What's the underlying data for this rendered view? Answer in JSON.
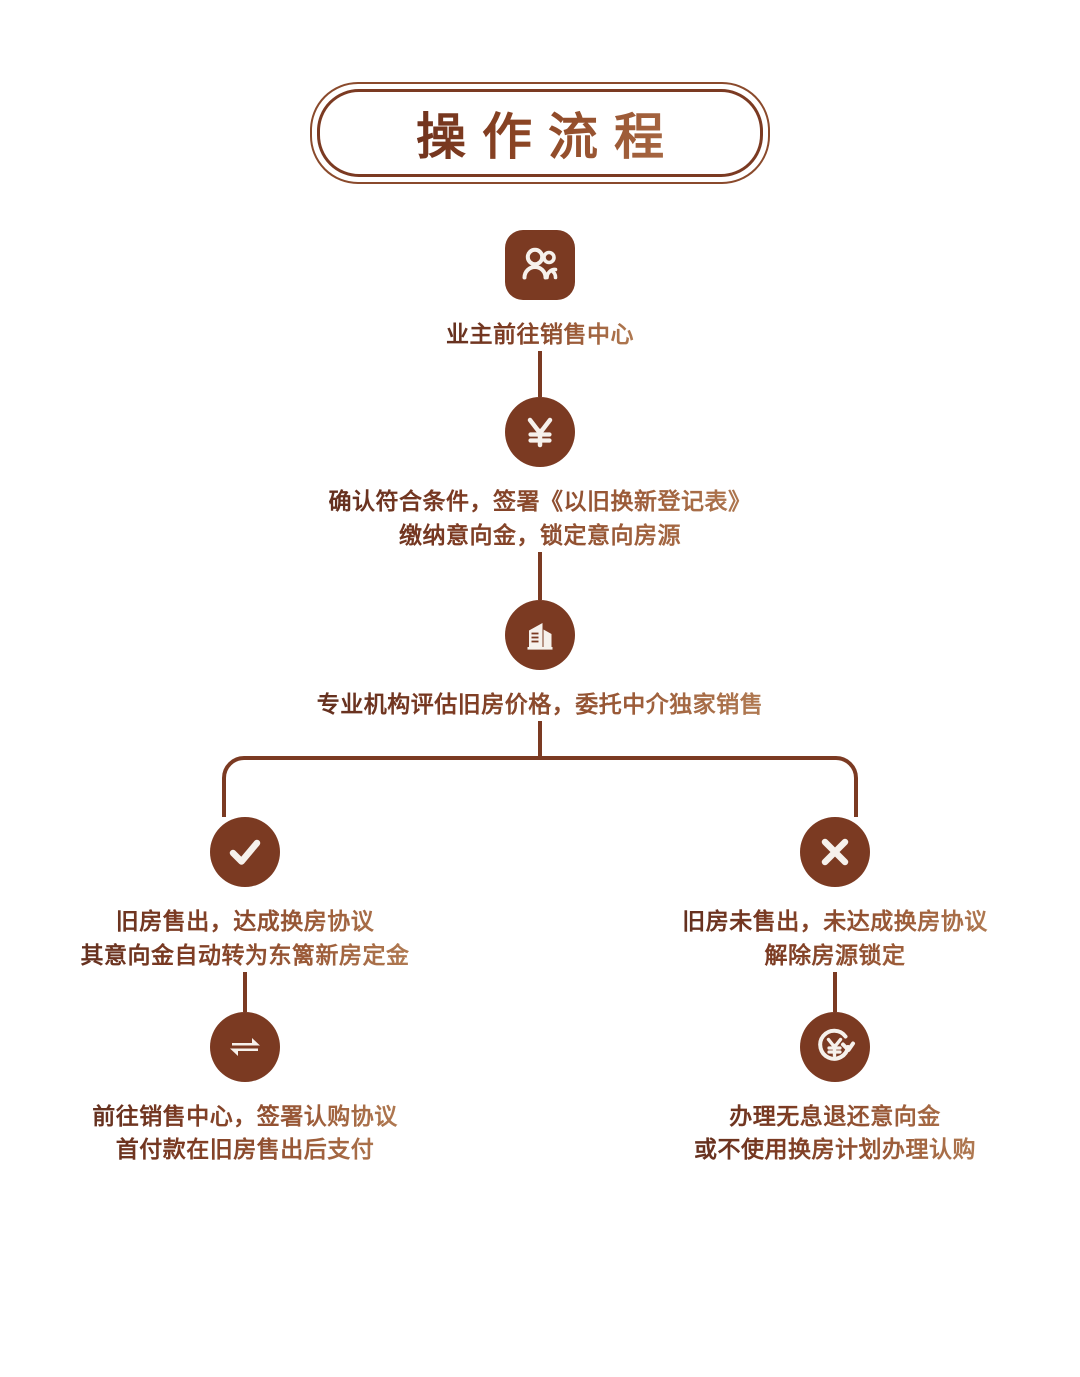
{
  "page": {
    "title": "操作流程",
    "background": "#ffffff",
    "accent_color": "#7b3a22",
    "text_gradient_from": "#63301f",
    "text_gradient_to": "#b07a52"
  },
  "flow": {
    "step1": {
      "icon": "two-people-icon",
      "label": "业主前往销售中心"
    },
    "step2": {
      "icon": "yuan-currency-icon",
      "label_line1": "确认符合条件，签署《以旧换新登记表》",
      "label_line2": "缴纳意向金，锁定意向房源"
    },
    "step3": {
      "icon": "building-icon",
      "label": "专业机构评估旧房价格，委托中介独家销售"
    },
    "branch_left": {
      "outcome": {
        "icon": "check-circle-icon",
        "label_line1": "旧房售出，达成换房协议",
        "label_line2": "其意向金自动转为东篱新房定金"
      },
      "action": {
        "icon": "exchange-arrows-icon",
        "label_line1": "前往销售中心，签署认购协议",
        "label_line2": "首付款在旧房售出后支付"
      }
    },
    "branch_right": {
      "outcome": {
        "icon": "cross-circle-icon",
        "label_line1": "旧房未售出，未达成换房协议",
        "label_line2": "解除房源锁定"
      },
      "action": {
        "icon": "refund-yuan-icon",
        "label_line1": "办理无息退还意向金",
        "label_line2": "或不使用换房计划办理认购"
      }
    }
  }
}
